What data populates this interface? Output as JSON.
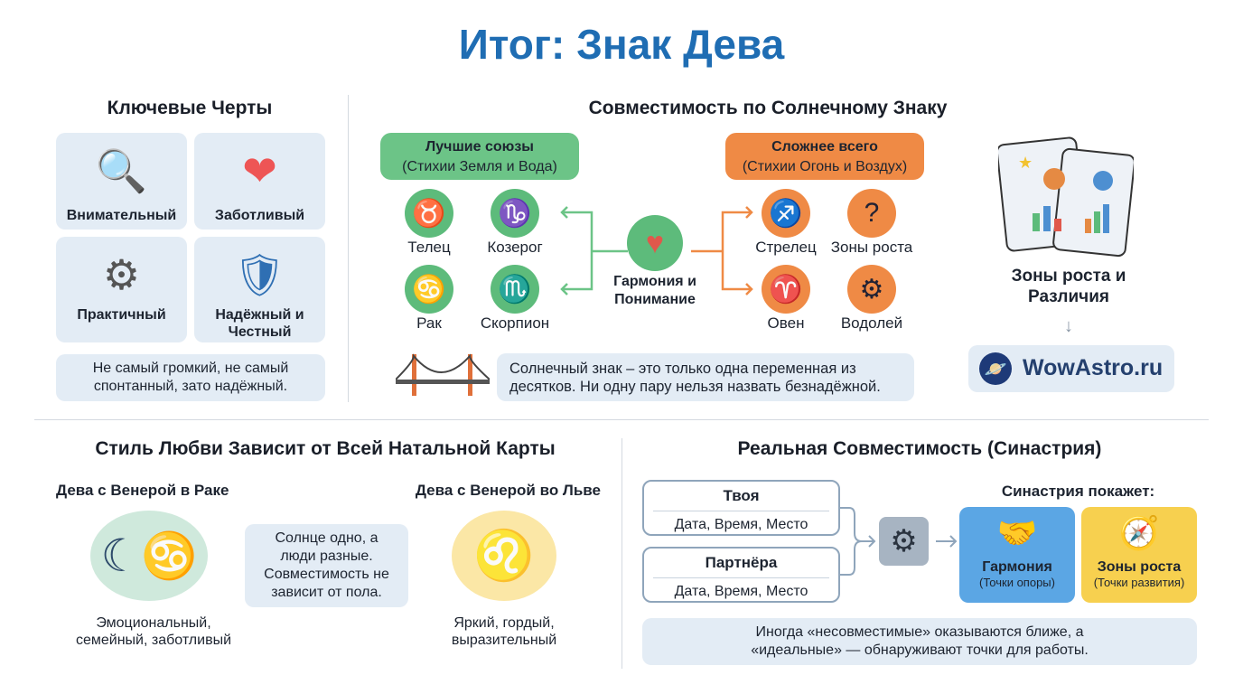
{
  "title": "Итог: Знак Дева",
  "traits": {
    "heading": "Ключевые Черты",
    "items": [
      {
        "label": "Внимательный",
        "icon": "magnifier-icon"
      },
      {
        "label": "Заботливый",
        "icon": "heart-hands-icon"
      },
      {
        "label": "Практичный",
        "icon": "gear-plant-icon"
      },
      {
        "label": "Надёжный и Честный",
        "icon": "handshake-shield-icon"
      }
    ],
    "note": "Не самый громкий, не самый спонтанный, зато надёжный."
  },
  "compat": {
    "heading": "Совместимость по Солнечному Знаку",
    "best": {
      "title": "Лучшие союзы",
      "subtitle": "(Стихии Земля и Вода)",
      "signs": [
        "Телец",
        "Козерог",
        "Рак",
        "Скорпион"
      ]
    },
    "hard": {
      "title": "Сложнее всего",
      "subtitle": "(Стихии Огонь и Воздух)",
      "signs": [
        "Стрелец",
        "Зоны роста",
        "Овен",
        "Водолей"
      ]
    },
    "center": "Гармония и Понимание",
    "note": "Солнечный знак – это только одна переменная из десятков. Ни одну пару нельзя назвать безнадёжной.",
    "side_label": "Зоны роста и Различия",
    "brand": "WowAstro.ru"
  },
  "love": {
    "heading": "Стиль Любви Зависит от Всей Натальной Карты",
    "left": {
      "title": "Дева с Венерой в Раке",
      "caption": "Эмоциональный, семейный, заботливый"
    },
    "middle": "Солнце одно, а люди разные. Совместимость не зависит от пола.",
    "right": {
      "title": "Дева с Венерой во Льве",
      "caption": "Яркий, гордый, выразительный"
    }
  },
  "synastry": {
    "heading": "Реальная Совместимость (Синастрия)",
    "inputs": [
      {
        "title": "Твоя",
        "fields": "Дата, Время, Место"
      },
      {
        "title": "Партнёра",
        "fields": "Дата, Время, Место"
      }
    ],
    "shows": "Синастрия покажет:",
    "results": [
      {
        "title": "Гармония",
        "subtitle": "(Точки опоры)",
        "color": "#5ba6e4"
      },
      {
        "title": "Зоны роста",
        "subtitle": "(Точки развития)",
        "color": "#f7d04f"
      }
    ],
    "note": "Иногда «несовместимые» оказываются ближе, а «идеальные» — обнаруживают точки для работы."
  }
}
